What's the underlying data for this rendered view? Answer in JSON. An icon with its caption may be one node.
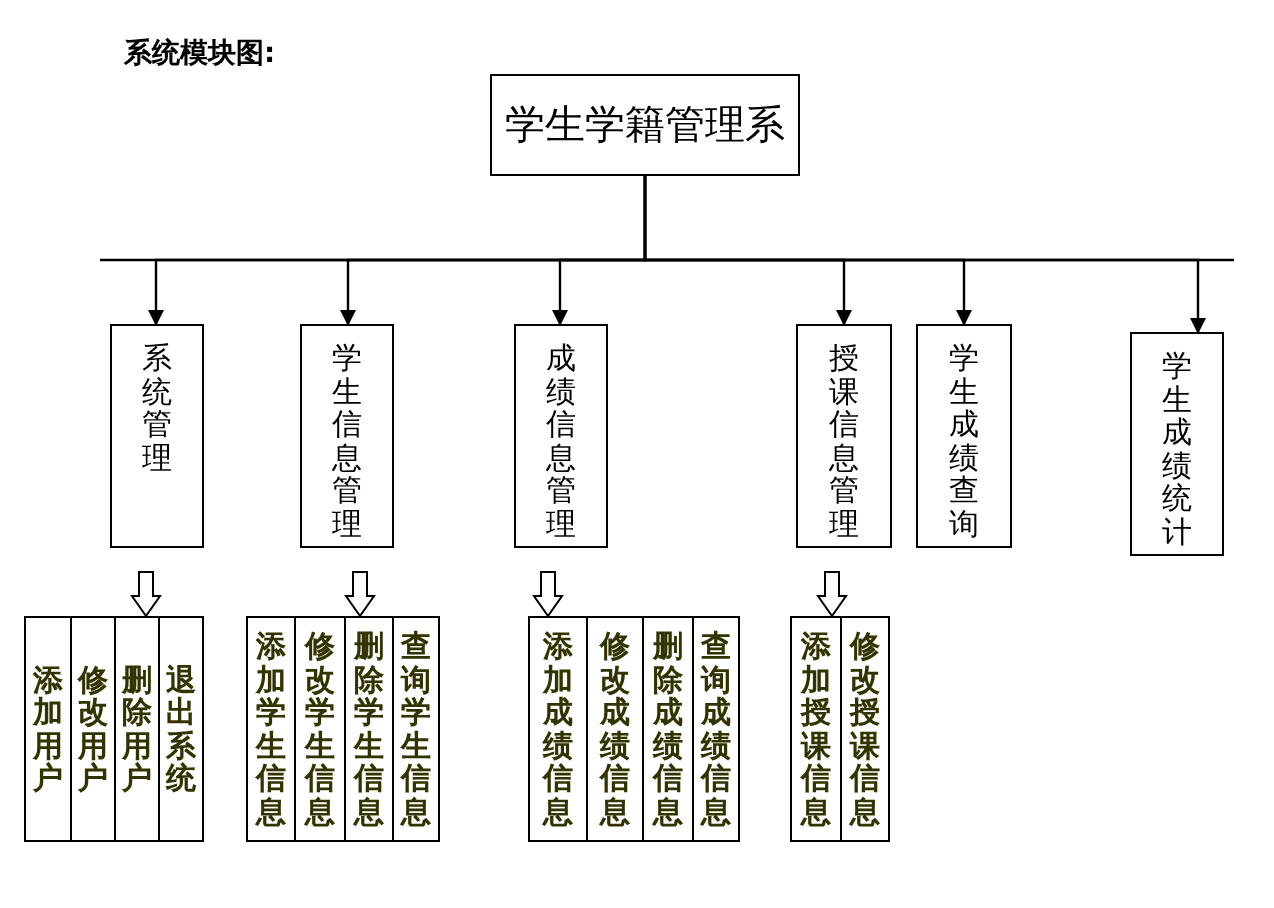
{
  "diagram": {
    "title": "系统模块图:",
    "nodes": [
      {
        "text": [
          "学生学籍管理系"
        ]
      },
      {
        "text": [
          "系统管理"
        ]
      },
      {
        "text": [
          "学生信息管理"
        ]
      },
      {
        "text": [
          "成绩信息管理"
        ]
      },
      {
        "text": [
          "授课信息管理"
        ]
      },
      {
        "text": [
          "学生成绩查询"
        ]
      },
      {
        "text": [
          "学生成绩统计"
        ]
      },
      {
        "text": [
          "添加用户"
        ]
      },
      {
        "text": [
          "修改用户"
        ]
      },
      {
        "text": [
          "删除用户"
        ]
      },
      {
        "text": [
          "退出系统"
        ]
      },
      {
        "text": [
          "添加学生信息"
        ]
      },
      {
        "text": [
          "修改学生信息"
        ]
      },
      {
        "text": [
          "删除学生信息"
        ]
      },
      {
        "text": [
          "查询学生信息"
        ]
      },
      {
        "text": [
          "添加成绩信息"
        ]
      },
      {
        "text": [
          "修改成绩信息"
        ]
      },
      {
        "text": [
          "删除成绩信息"
        ]
      },
      {
        "text": [
          "查询成绩信息"
        ]
      },
      {
        "text": [
          "添加授课信息"
        ]
      },
      {
        "text": [
          "修改授课信息"
        ]
      }
    ],
    "edges": [
      {
        "from": 0,
        "to": 1,
        "arrow": "to"
      },
      {
        "from": 0,
        "to": 2,
        "arrow": "to"
      },
      {
        "from": 0,
        "to": 3,
        "arrow": "to"
      },
      {
        "from": 0,
        "to": 4,
        "arrow": "to"
      },
      {
        "from": 0,
        "to": 5,
        "arrow": "to"
      },
      {
        "from": 0,
        "to": 6,
        "arrow": "to"
      },
      {
        "from": null,
        "to": 9,
        "arrow": "to"
      },
      {
        "from": null,
        "to": 13,
        "arrow": "to"
      },
      {
        "from": null,
        "to": 15,
        "arrow": "to"
      },
      {
        "from": null,
        "to": 19,
        "arrow": "to"
      }
    ]
  }
}
